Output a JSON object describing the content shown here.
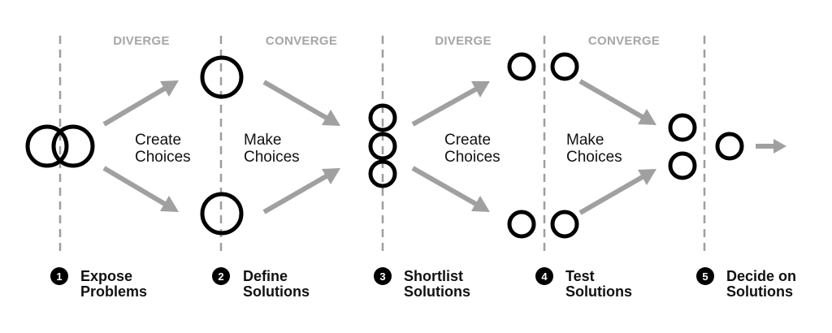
{
  "phases": [
    {
      "label": "DIVERGE"
    },
    {
      "label": "CONVERGE"
    },
    {
      "label": "DIVERGE"
    },
    {
      "label": "CONVERGE"
    }
  ],
  "actions": [
    {
      "line1": "Create",
      "line2": "Choices"
    },
    {
      "line1": "Make",
      "line2": "Choices"
    },
    {
      "line1": "Create",
      "line2": "Choices"
    },
    {
      "line1": "Make",
      "line2": "Choices"
    }
  ],
  "steps": [
    {
      "number": "1",
      "line1": "Expose",
      "line2": "Problems"
    },
    {
      "number": "2",
      "line1": "Define",
      "line2": "Solutions"
    },
    {
      "number": "3",
      "line1": "Shortlist",
      "line2": "Solutions"
    },
    {
      "number": "4",
      "line1": "Test",
      "line2": "Solutions"
    },
    {
      "number": "5",
      "line1": "Decide on",
      "line2": "Solutions"
    }
  ],
  "colors": {
    "ring": "#000000",
    "arrow": "#a0a0a0",
    "divider": "#9e9e9e",
    "phase_text": "#a6a6a6",
    "step_badge": "#000000"
  }
}
